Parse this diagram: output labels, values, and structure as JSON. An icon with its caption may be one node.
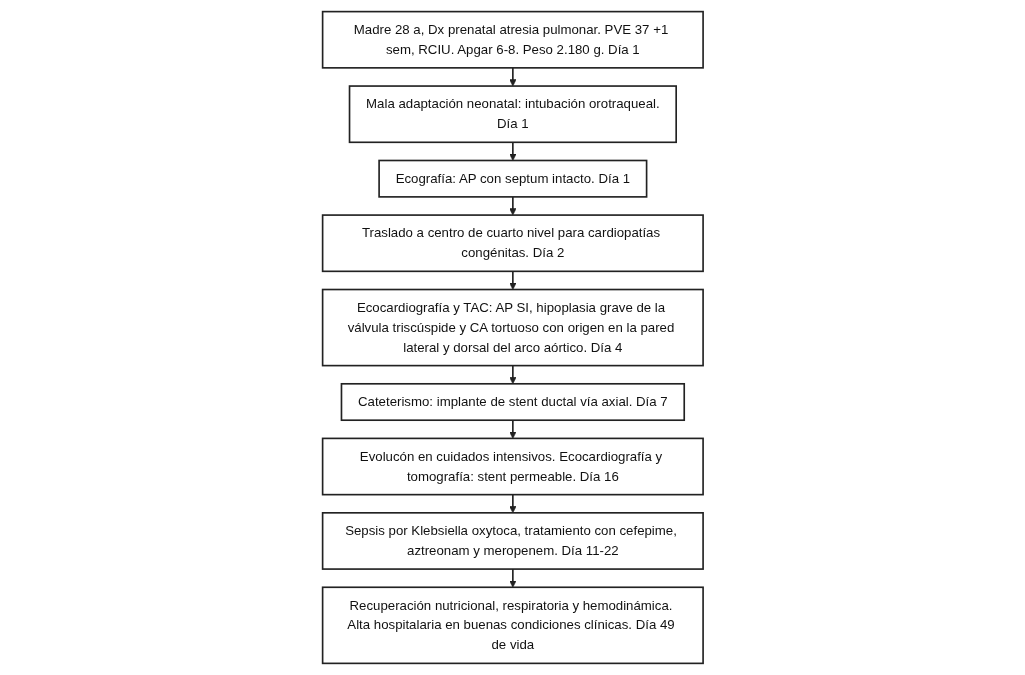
{
  "diagram": {
    "nodes": [
      {
        "text": [
          "Madre 28 a, Dx prenatal atresia pulmonar. PVE 37 +1 sem, RCIU. Apgar 6-8. Peso 2.180 g. Día 1"
        ]
      },
      {
        "text": [
          "Mala adaptación neonatal: intubación orotraqueal.",
          "Día 1"
        ]
      },
      {
        "text": [
          "Ecografía: AP con septum intacto. Día 1"
        ]
      },
      {
        "text": [
          "Traslado a centro de cuarto nivel para cardiopatías congénitas. Día 2"
        ]
      },
      {
        "text": [
          "Ecocardiografía y TAC: AP SI, hipoplasia grave de la válvula triscúspide y CA tortuoso con origen en la pared lateral y dorsal del arco aórtico. Día 4"
        ]
      },
      {
        "text": [
          "Cateterismo: implante de stent ductal vía axial. Día 7"
        ]
      },
      {
        "text": [
          "Evolucón en cuidados intensivos. Ecocardiografía y tomografía: stent permeable. Día 16"
        ]
      },
      {
        "text": [
          "Sepsis por Klebsiella oxytoca, tratamiento con cefepime, aztreonam y meropenem. Día 11-22"
        ]
      },
      {
        "text": [
          "Recuperación nutricional, respiratoria y hemodinámica. Alta hospitalaria en buenas condiciones clínicas. Día 49 de vida"
        ]
      }
    ],
    "edges": [
      {
        "from": 0,
        "to": 1,
        "arrow": "to"
      },
      {
        "from": 1,
        "to": 2,
        "arrow": "to"
      },
      {
        "from": 2,
        "to": 3,
        "arrow": "to"
      },
      {
        "from": 3,
        "to": 4,
        "arrow": "to"
      },
      {
        "from": 4,
        "to": 5,
        "arrow": "to"
      },
      {
        "from": 5,
        "to": 6,
        "arrow": "to"
      },
      {
        "from": 6,
        "to": 7,
        "arrow": "to"
      },
      {
        "from": 7,
        "to": 8,
        "arrow": "to"
      }
    ]
  }
}
